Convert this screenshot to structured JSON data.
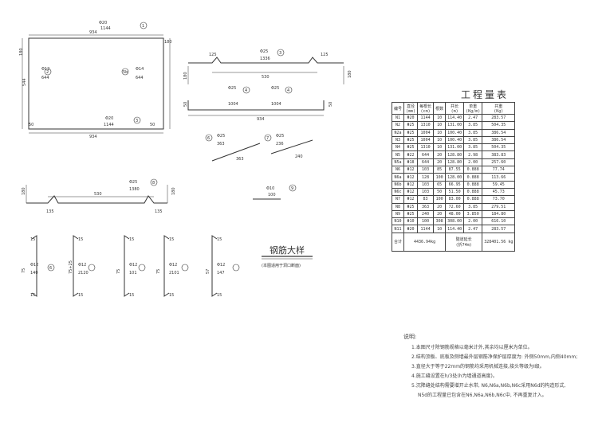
{
  "drawing": {
    "title": "钢筋大样",
    "subtitle": "(本图适用于洞口断面)"
  },
  "shapes": {
    "rect_n20_top": "Φ20",
    "rect_n20_top_len": "1144",
    "rect_n20_top_id": "1",
    "rect_top_dim": "934",
    "rect_left_top_dim": "180",
    "rect_left_dim": "544",
    "rect_left_bot_dim": "50",
    "rect_right_top_dim": "180",
    "rect_right_bot_dim": "50",
    "rect_n12_left": "Φ12",
    "rect_n12_left_len": "644",
    "rect_n12_left_id": "2",
    "rect_n14_right": "Φ14",
    "rect_n14_right_len": "644",
    "rect_n14_right_id": "5b",
    "rect_n20_bot": "Φ20",
    "rect_n20_bot_len": "1144",
    "rect_n20_bot_id": "3",
    "rect_bot_dim": "934",
    "hook_top_label": "Φ25",
    "hook_top_len": "1336",
    "hook_top_id": "3",
    "hook_top_left_dim": "125",
    "hook_top_right_dim": "125",
    "hook_top_mid_dim": "530",
    "hook_top_left_vert": "180",
    "hook_top_right_vert": "180",
    "bar_n25a": "Φ25",
    "bar_n25a_len": "1004",
    "bar_n25a_id": "4",
    "bar_n25b": "Φ25",
    "bar_n25b_len": "1004",
    "bar_n25b_id": "4",
    "bar_long_dim": "934",
    "bar_left_dim": "50",
    "bar_right_dim": "50",
    "diag_a_label": "Φ25",
    "diag_a_len": "363",
    "diag_a_id": "6",
    "diag_a_dim": "363",
    "diag_b_label": "Φ25",
    "diag_b_len": "236",
    "diag_b_id": "7",
    "diag_b_dim": "240",
    "hook_bot_label": "Φ25",
    "hook_bot_len": "1380",
    "hook_bot_id": "8",
    "hook_bot_mid_dim": "530",
    "hook_bot_left_dim": "135",
    "hook_bot_right_dim": "135",
    "hook_bot_left_vert": "180",
    "hook_bot_right_vert": "180",
    "bar_n10": "Φ10",
    "bar_n10_len": "100",
    "bar_n10_id": "9",
    "st1_top": "15",
    "st1_label": "Φ12",
    "st1_len": "140",
    "st1_side": "75",
    "st1_bot": "15",
    "st2_top": "15",
    "st2_label": "Φ12",
    "st2_len": "2120",
    "st2_side": "75+25",
    "st2_bot": "15",
    "st3_top": "15",
    "st3_label": "Φ12",
    "st3_len": "101",
    "st3_side": "75",
    "st3_bot": "15",
    "st4_top": "15",
    "st4_label": "Φ12",
    "st4_len": "2101",
    "st4_side": "75",
    "st4_bot": "15",
    "st5_top": "15",
    "st5_label": "Φ12",
    "st5_len": "147",
    "st5_side": "57",
    "st5_bot": "15"
  },
  "quantities": {
    "title": "工程量表",
    "headers": [
      "编号",
      "直径\n(mm)",
      "每根长\n(cm)",
      "根数",
      "共长\n(m)",
      "单重\n(Kg/m)",
      "共重\n(Kg)"
    ],
    "rows": [
      [
        "N1",
        "Φ20",
        "1144",
        "10",
        "114.40",
        "2.47",
        "283.57"
      ],
      [
        "N2",
        "Φ25",
        "1310",
        "10",
        "131.00",
        "3.85",
        "504.35"
      ],
      [
        "N2a",
        "Φ25",
        "1004",
        "10",
        "100.40",
        "3.85",
        "386.54"
      ],
      [
        "N3",
        "Φ25",
        "1004",
        "10",
        "100.40",
        "3.85",
        "386.54"
      ],
      [
        "N4",
        "Φ25",
        "1310",
        "10",
        "131.00",
        "3.85",
        "504.35"
      ],
      [
        "N5",
        "Φ22",
        "644",
        "20",
        "128.80",
        "2.98",
        "383.83"
      ],
      [
        "N5a",
        "Φ18",
        "644",
        "20",
        "128.80",
        "2.00",
        "257.60"
      ],
      [
        "N6",
        "Φ12",
        "103",
        "85",
        "87.55",
        "0.888",
        "77.74"
      ],
      [
        "N6a",
        "Φ12",
        "128",
        "100",
        "128.00",
        "0.888",
        "113.66"
      ],
      [
        "N6b",
        "Φ12",
        "103",
        "65",
        "66.95",
        "0.888",
        "59.45"
      ],
      [
        "N6c",
        "Φ12",
        "103",
        "50",
        "51.50",
        "0.888",
        "45.73"
      ],
      [
        "N7",
        "Φ12",
        "83",
        "100",
        "83.00",
        "0.888",
        "73.70"
      ],
      [
        "N8",
        "Φ25",
        "363",
        "20",
        "72.60",
        "3.85",
        "279.51"
      ],
      [
        "N9",
        "Φ25",
        "240",
        "20",
        "48.00",
        "3.850",
        "184.80"
      ],
      [
        "N10",
        "Φ10",
        "100",
        "308",
        "308.00",
        "2.00",
        "616.10"
      ],
      [
        "N11",
        "Φ20",
        "1144",
        "10",
        "114.40",
        "2.47",
        "283.57"
      ]
    ],
    "total_label": "合计",
    "total_weight": "4436.94kg",
    "tunnel_label": "隧道延长",
    "tunnel_value": "(折74m)",
    "grand_total": "328401.56 kg"
  },
  "notes": {
    "title": "说明:",
    "lines": [
      "1.本图尺寸除钢筋规格以毫米计外,其余均以厘米为单位。",
      "2.结构顶板、底板及侧墙最外层钢筋净保护层厚度为: 外侧50mm,内侧40mm;",
      "3.直径大于等于22mm的钢筋均采用机械连接,接头等级为Ⅰ级。",
      "4.施工缝设置在h/3处(h为墙通道高度)。",
      "5.沉降缝处结构需要增开止水带, N6,N6a,N6b,N6c采用N6d的构造形式,",
      "N5d的工程量已包含在N6,N6a,N6b,N6c中, 不再重复计入。"
    ]
  }
}
